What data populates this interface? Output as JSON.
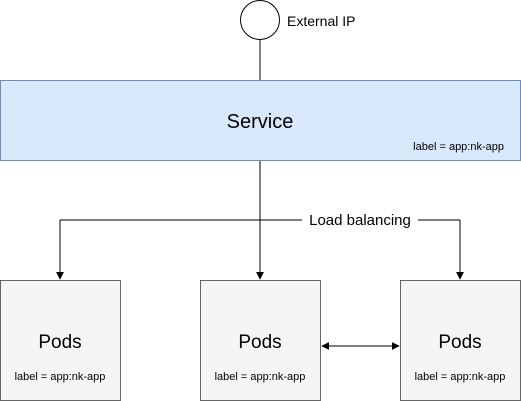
{
  "diagram": {
    "external_ip": {
      "label": "External IP"
    },
    "service": {
      "title": "Service",
      "label": "label = app:nk-app",
      "fill": "#dae8fc",
      "stroke": "#6c8ebf"
    },
    "edge_label": "Load balancing",
    "pods": [
      {
        "title": "Pods",
        "label": "label = app:nk-app"
      },
      {
        "title": "Pods",
        "label": "label = app:nk-app"
      },
      {
        "title": "Pods",
        "label": "label = app:nk-app"
      }
    ],
    "pod_colors": {
      "fill": "#f5f5f5",
      "stroke": "#666666"
    }
  }
}
